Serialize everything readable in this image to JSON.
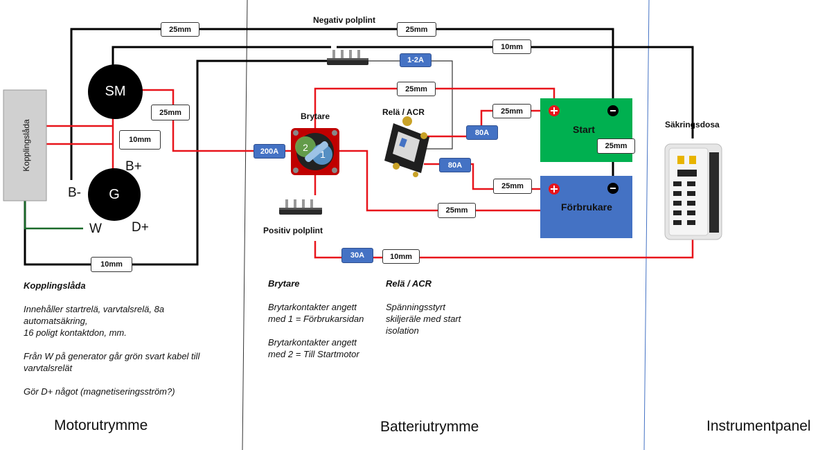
{
  "zones": {
    "motor": "Motorutrymme",
    "battery": "Batteriutrymme",
    "instrument": "Instrumentpanel"
  },
  "components": {
    "kopplingslada": "Kopplingslåda",
    "starter_motor": "SM",
    "generator": "G",
    "brytare": "Brytare",
    "rela": "Relä / ACR",
    "negativ_polplint": "Negativ polplint",
    "positiv_polplint": "Positiv polplint",
    "sakringsdosa": "Säkringsdosa",
    "start_battery": "Start",
    "forbrukare_battery": "Förbrukare"
  },
  "terminals": {
    "b_minus": "B-",
    "b_plus": "B+",
    "w": "W",
    "d_plus": "D+",
    "plus": "+",
    "minus": "-"
  },
  "switch_positions": {
    "one": "1",
    "two": "2"
  },
  "cable_labels": {
    "top_left": "25mm",
    "top_right": "25mm",
    "neg_to_panel": "10mm",
    "sm_to_switch": "25mm",
    "kopplingslada_to_g": "10mm",
    "switch_to_start": "25mm",
    "acr_to_start": "25mm",
    "start_to_forbrukare_neg": "25mm",
    "acr_to_forbrukare": "25mm",
    "switch_to_forbrukare": "25mm",
    "g_to_neg": "10mm",
    "pos_to_fusebox": "10mm"
  },
  "fuses": {
    "neg_to_acr": "1-2A",
    "main": "200A",
    "acr_start": "80A",
    "acr_forbrukare": "80A",
    "fusebox": "30A"
  },
  "notes": {
    "kopplingslada": {
      "heading": "Kopplingslåda",
      "line1": "Innehåller startrelä, varvtalsrelä, 8a\nautomatsäkring,\n16 poligt kontaktdon, mm.",
      "line2": "Från W på generator går grön svart kabel till\nvarvtalsrelät",
      "line3": "Gör D+ något (magnetiseringsström?)"
    },
    "brytare": {
      "heading": "Brytare",
      "line1": "Brytarkontakter angett\nmed 1 = Förbrukarsidan",
      "line2": "Brytarkontakter angett\nmed 2 = Till Startmotor"
    },
    "rela": {
      "heading": "Relä / ACR",
      "line1": "Spänningsstyrt\nskiljerälе med start\nisolation"
    }
  },
  "colors": {
    "positive_wire": "#e8141b",
    "negative_wire": "#000000",
    "signal_wire": "#1a6b2a",
    "start_battery": "#00b050",
    "forbrukare_battery": "#4472c4",
    "fuse_blue": "#4472c4",
    "kopplingslada_fill": "#d0d0d0"
  }
}
